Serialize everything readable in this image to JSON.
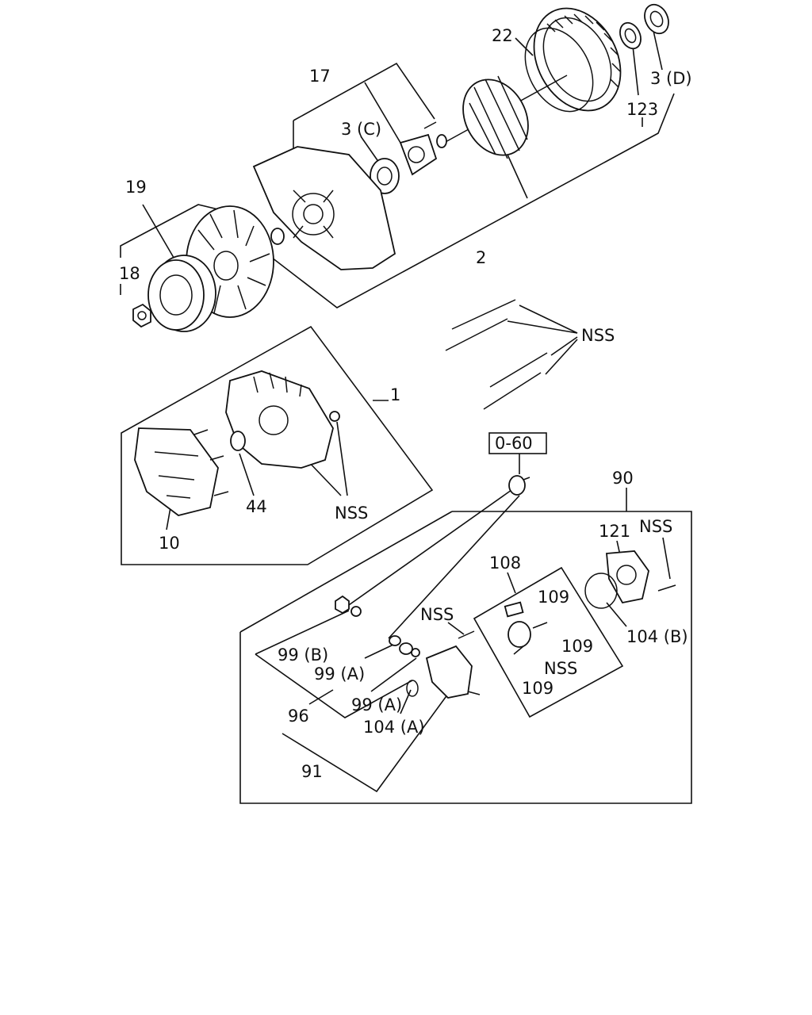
{
  "labels": {
    "l22": "22",
    "l3d": "3 (D)",
    "l17": "17",
    "l3c": "3 (C)",
    "l123": "123",
    "l19": "19",
    "l18": "18",
    "l2": "2",
    "lnss_bolts": "NSS",
    "l1": "1",
    "l44": "44",
    "lnss_frame": "NSS",
    "l10": "10",
    "lref": "0-60",
    "l90": "90",
    "l121": "121",
    "lnss_cover": "NSS",
    "l108": "108",
    "l109a": "109",
    "l109b": "109",
    "lnss_brush": "NSS",
    "l109c": "109",
    "l104b": "104 (B)",
    "lnss_reg": "NSS",
    "l99b": "99 (B)",
    "l99a1": "99 (A)",
    "l99a2": "99 (A)",
    "l104a": "104 (A)",
    "l96": "96",
    "l91": "91"
  }
}
